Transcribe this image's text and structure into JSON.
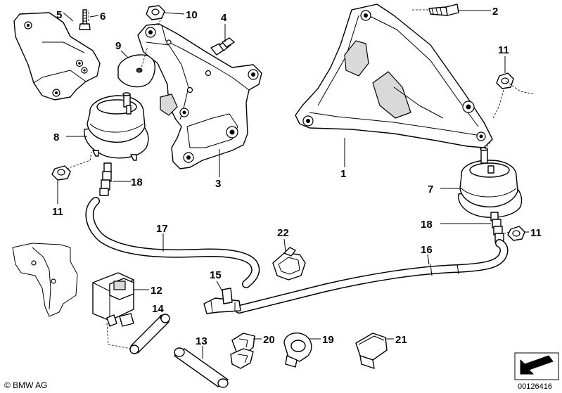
{
  "diagram": {
    "title": "Engine suspension / engine mount parts diagram",
    "callouts": [
      {
        "id": "1",
        "label": "1"
      },
      {
        "id": "2",
        "label": "2"
      },
      {
        "id": "3",
        "label": "3"
      },
      {
        "id": "4",
        "label": "4"
      },
      {
        "id": "5",
        "label": "5"
      },
      {
        "id": "6",
        "label": "6"
      },
      {
        "id": "7",
        "label": "7"
      },
      {
        "id": "8",
        "label": "8"
      },
      {
        "id": "9",
        "label": "9"
      },
      {
        "id": "10",
        "label": "10"
      },
      {
        "id": "11a",
        "label": "11"
      },
      {
        "id": "11b",
        "label": "11"
      },
      {
        "id": "11c",
        "label": "11"
      },
      {
        "id": "12",
        "label": "12"
      },
      {
        "id": "13",
        "label": "13"
      },
      {
        "id": "14",
        "label": "14"
      },
      {
        "id": "15",
        "label": "15"
      },
      {
        "id": "16",
        "label": "16"
      },
      {
        "id": "17",
        "label": "17"
      },
      {
        "id": "18a",
        "label": "18"
      },
      {
        "id": "18b",
        "label": "18"
      },
      {
        "id": "19",
        "label": "19"
      },
      {
        "id": "20",
        "label": "20"
      },
      {
        "id": "21",
        "label": "21"
      },
      {
        "id": "22",
        "label": "22"
      }
    ]
  },
  "footer": {
    "copyright": "© BMW AG",
    "reference_number": "00126416"
  }
}
